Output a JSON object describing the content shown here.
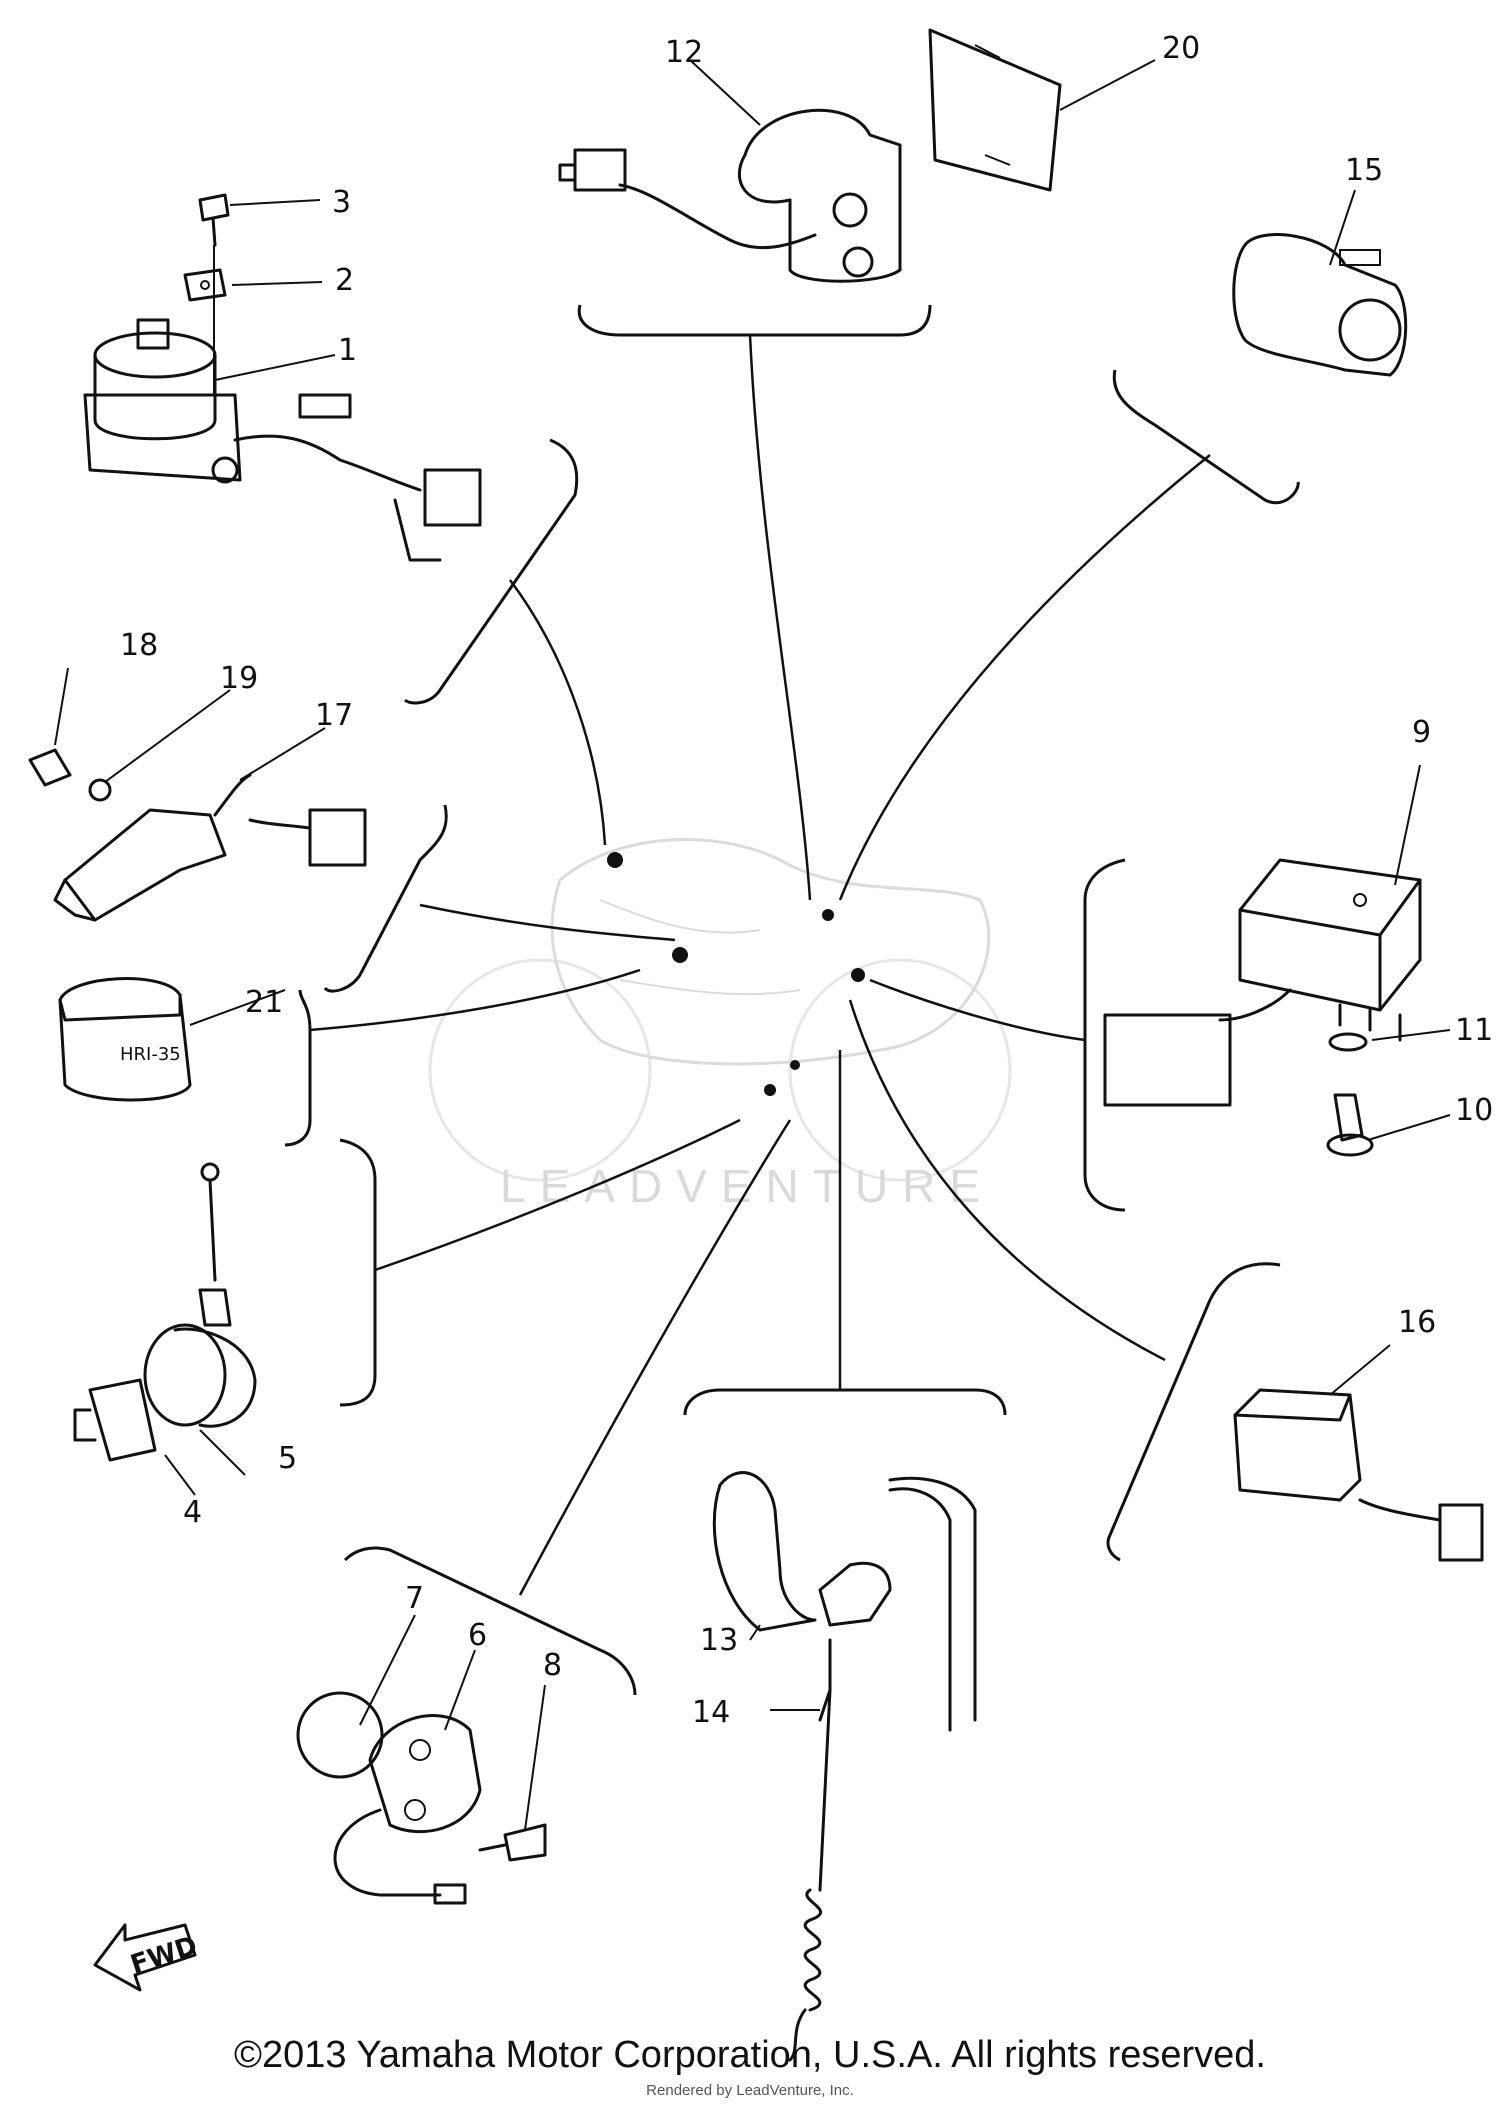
{
  "watermark": "LEADVENTURE",
  "fwd_label": "FWD",
  "callouts": {
    "n1": "1",
    "n2": "2",
    "n3": "3",
    "n4": "4",
    "n5": "5",
    "n6": "6",
    "n7": "7",
    "n8": "8",
    "n9": "9",
    "n10": "10",
    "n11": "11",
    "n12": "12",
    "n13": "13",
    "n14": "14",
    "n15": "15",
    "n16": "16",
    "n17": "17",
    "n18": "18",
    "n19": "19",
    "n20": "20",
    "n21": "21"
  },
  "relay_marking": "HRI-35",
  "footer": {
    "copyright": "©2013 Yamaha Motor Corporation, U.S.A. All rights reserved.",
    "rendered_by": "Rendered by LeadVenture, Inc."
  }
}
